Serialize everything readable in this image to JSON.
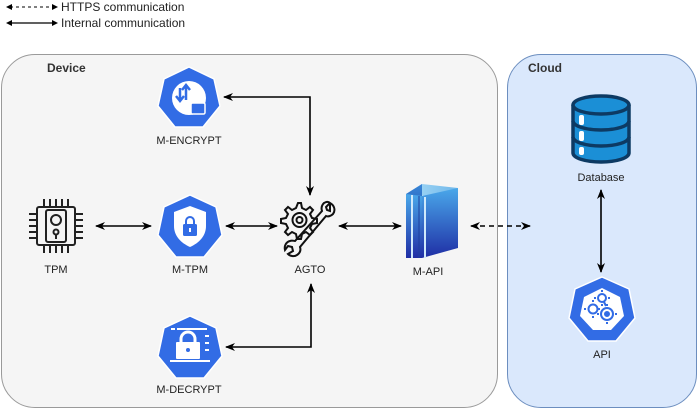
{
  "legend": [
    {
      "style": "dashed",
      "label": "HTTPS communication"
    },
    {
      "style": "solid",
      "label": "Internal communication"
    }
  ],
  "containers": {
    "device": {
      "title": "Device",
      "fill": "#f5f5f5",
      "stroke": "#9a9a9a"
    },
    "cloud": {
      "title": "Cloud",
      "fill": "#dae8fc",
      "stroke": "#6c8ebf"
    }
  },
  "nodes": {
    "m_encrypt": {
      "label": "M-ENCRYPT",
      "icon": "heptagon-arrows-lock-icon"
    },
    "tpm": {
      "label": "TPM",
      "icon": "chip-icon"
    },
    "m_tpm": {
      "label": "M-TPM",
      "icon": "heptagon-shield-lock-icon"
    },
    "agto": {
      "label": "AGTO",
      "icon": "gear-wrench-icon"
    },
    "m_api": {
      "label": "M-API",
      "icon": "server-tower-icon"
    },
    "m_decrypt": {
      "label": "M-DECRYPT",
      "icon": "heptagon-lock-icon"
    },
    "database": {
      "label": "Database",
      "icon": "database-icon"
    },
    "api": {
      "label": "API",
      "icon": "heptagon-gears-icon"
    }
  },
  "edges": [
    {
      "from": "M-ENCRYPT",
      "to": "AGTO",
      "style": "solid",
      "bidirectional": true
    },
    {
      "from": "TPM",
      "to": "M-TPM",
      "style": "solid",
      "bidirectional": true
    },
    {
      "from": "M-TPM",
      "to": "AGTO",
      "style": "solid",
      "bidirectional": true
    },
    {
      "from": "AGTO",
      "to": "M-API",
      "style": "solid",
      "bidirectional": true
    },
    {
      "from": "M-DECRYPT",
      "to": "AGTO",
      "style": "solid",
      "bidirectional": true
    },
    {
      "from": "M-API",
      "to": "Cloud",
      "style": "dashed",
      "bidirectional": true
    },
    {
      "from": "Database",
      "to": "API",
      "style": "solid",
      "bidirectional": true
    }
  ],
  "colors": {
    "k8s_blue": "#326ce5",
    "db_blue": "#1b8fd6",
    "db_outline": "#0d3a63",
    "edge": "#000000"
  }
}
